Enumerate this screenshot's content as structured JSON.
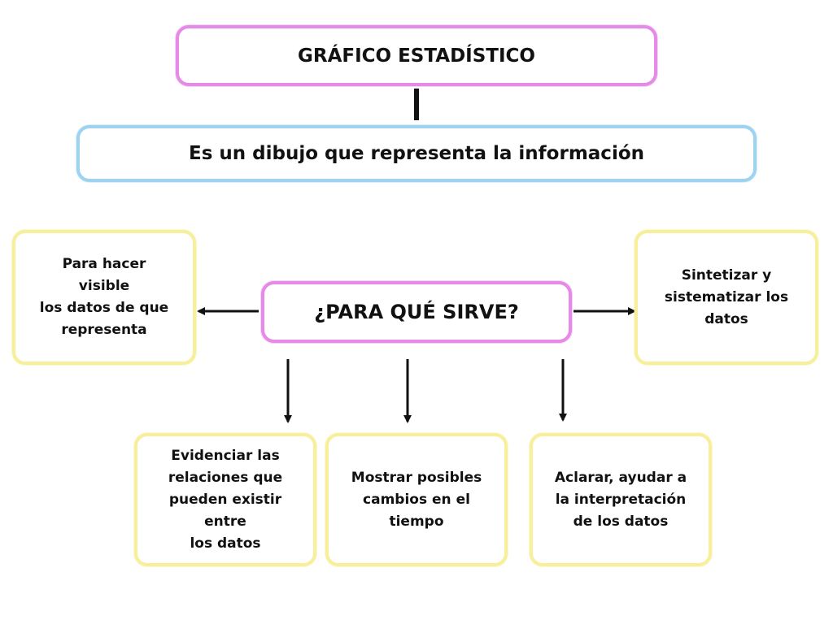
{
  "diagram": {
    "title": "GRÁFICO ESTADÍSTICO",
    "definition": "Es un dibujo que representa la información",
    "question": "¿PARA QUÉ SIRVE?",
    "left_purpose": "Para hacer\nvisible\nlos datos de que\nrepresenta",
    "right_purpose": "Sintetizar y\nsistematizar los\ndatos",
    "bottom_purposes": [
      "Evidenciar las\nrelaciones que\npueden existir\nentre\nlos datos",
      "Mostrar posibles\ncambios en el\ntiempo",
      "Aclarar, ayudar a\nla interpretación\nde los datos"
    ]
  },
  "colors": {
    "pink_border": "#e68ae8",
    "blue_border": "#9dd3f0",
    "yellow_border": "#f7ef9c",
    "text": "#111111",
    "connector": "#111111"
  }
}
